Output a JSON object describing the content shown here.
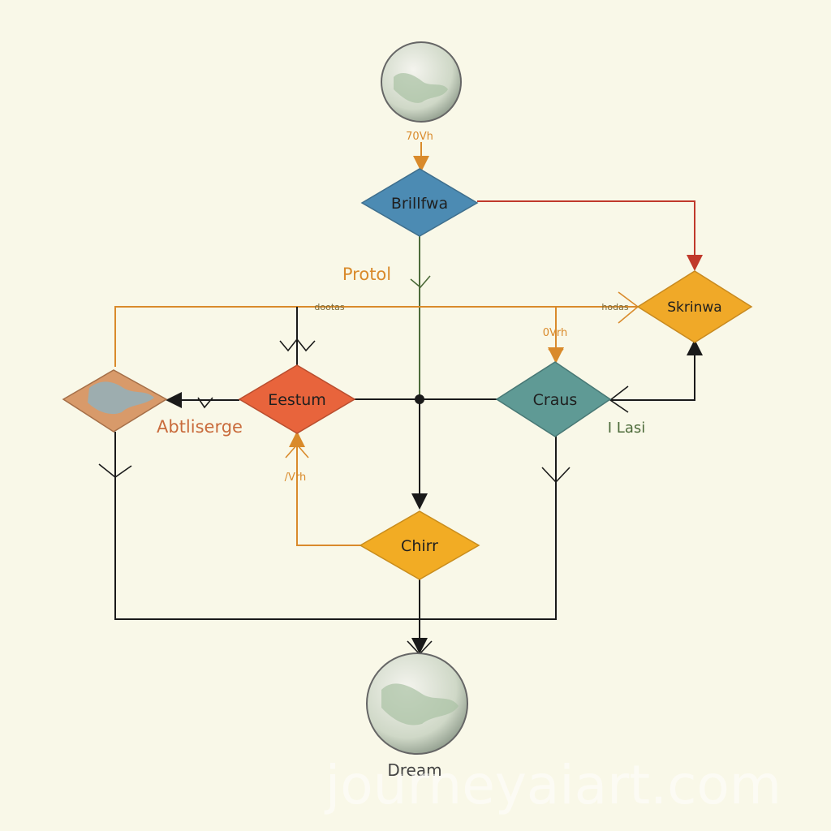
{
  "nodes": {
    "top_globe": {
      "label": ""
    },
    "brillfwa": {
      "label": "Brillfwa",
      "color": "#4c8bb3"
    },
    "skrinwa": {
      "label": "Skrinwa",
      "color": "#f0a928"
    },
    "eestum": {
      "label": "Eestum",
      "color": "#e8643c"
    },
    "craus": {
      "label": "Craus",
      "color": "#5f9a95"
    },
    "map_tile": {
      "label": ""
    },
    "chirr": {
      "label": "Chirr",
      "color": "#f2ac24"
    },
    "bottom_globe": {
      "label": "Dream"
    }
  },
  "edge_labels": {
    "top": "70Vh",
    "protol": "Protol",
    "line_left": "dootas",
    "line_right": "hodas",
    "craus_in": "0Vrh",
    "abtliserge": "Abtliserge",
    "eestum_in": "/Vrh",
    "lasi": "I Lasi"
  },
  "colors": {
    "background": "#f9f8e8",
    "orange_line": "#d98a2b",
    "red_line": "#c0392b",
    "green_line": "#4d6b3a",
    "black_line": "#1a1a1a"
  },
  "watermark": "journeyaiart.com"
}
